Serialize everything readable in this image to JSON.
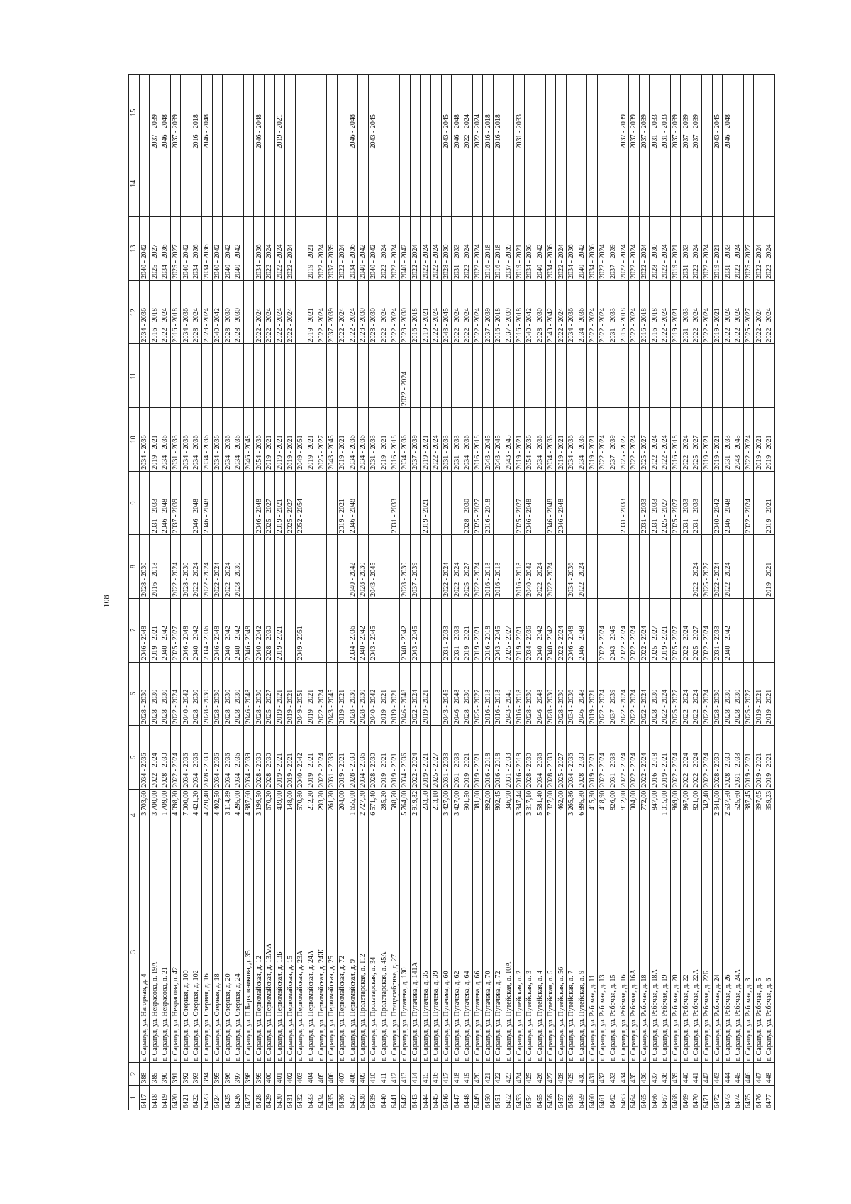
{
  "page": {
    "number": "108"
  },
  "table": {
    "headers": [
      "1",
      "2",
      "3",
      "4",
      "5",
      "6",
      "7",
      "8",
      "9",
      "10",
      "11",
      "12",
      "13",
      "14",
      "15"
    ],
    "rows": [
      [
        "6417",
        "388",
        "г. Сарапул, ул. Нагорная, д. 4",
        "3 703,60",
        "2034 - 2036",
        "2028 - 2030",
        "2046 - 2048",
        "2028 - 2030",
        "",
        "2034 - 2036",
        "",
        "2034 - 2036",
        "2040 - 2042",
        "",
        ""
      ],
      [
        "6418",
        "389",
        "г. Сарапул, ул. Некрасова, д. 19А",
        "3 700,00",
        "2022 - 2024",
        "2028 - 2030",
        "2019 - 2021",
        "2016 - 2018",
        "2031 - 2033",
        "2019 - 2021",
        "",
        "2016 - 2018",
        "2025 - 2027",
        "",
        "2037 - 2039"
      ],
      [
        "6419",
        "390",
        "г. Сарапул, ул. Некрасова, д. 21",
        "1 709,00",
        "2028 - 2030",
        "2028 - 2030",
        "2040 - 2042",
        "",
        "2046 - 2048",
        "2034 - 2036",
        "",
        "2022 - 2024",
        "2034 - 2036",
        "",
        "2046 - 2048"
      ],
      [
        "6420",
        "391",
        "г. Сарапул, ул. Некрасова, д. 42",
        "4 098,20",
        "2022 - 2024",
        "2022 - 2024",
        "2025 - 2027",
        "2022 - 2024",
        "2037 - 2039",
        "2031 - 2033",
        "",
        "2016 - 2018",
        "2025 - 2027",
        "",
        "2037 - 2039"
      ],
      [
        "6421",
        "392",
        "г. Сарапул, ул. Озерная, д. 100",
        "7 000,00",
        "2034 - 2036",
        "2040 - 2042",
        "2046 - 2048",
        "2028 - 2030",
        "",
        "2034 - 2036",
        "",
        "2034 - 2036",
        "2040 - 2042",
        "",
        ""
      ],
      [
        "6422",
        "393",
        "г. Сарапул, ул. Озерная, д. 102",
        "4 421,20",
        "2034 - 2036",
        "2028 - 2030",
        "2040 - 2042",
        "2022 - 2024",
        "2046 - 2048",
        "2034 - 2036",
        "",
        "2028 - 2024",
        "2034 - 2036",
        "",
        "2016 - 2018"
      ],
      [
        "6423",
        "394",
        "г. Сарапул, ул. Озерная, д. 16",
        "4 720,40",
        "2028 - 2030",
        "2028 - 2030",
        "2034 - 2036",
        "2022 - 2024",
        "2046 - 2048",
        "2034 - 2036",
        "",
        "2028 - 2024",
        "2034 - 2036",
        "",
        "2046 - 2048"
      ],
      [
        "6424",
        "395",
        "г. Сарапул, ул. Озерная, д. 18",
        "4 402,50",
        "2034 - 2036",
        "2028 - 2030",
        "2046 - 2048",
        "2022 - 2024",
        "",
        "2034 - 2036",
        "",
        "2040 - 2042",
        "2040 - 2042",
        "",
        ""
      ],
      [
        "6425",
        "396",
        "г. Сарапул, ул. Озерная, д. 20",
        "3 114,89",
        "2034 - 2036",
        "2028 - 2030",
        "2040 - 2042",
        "2022 - 2024",
        "",
        "2034 - 2036",
        "",
        "2028 - 2030",
        "2040 - 2042",
        "",
        ""
      ],
      [
        "6426",
        "397",
        "г. Сарапул, ул. Озерная, д. 24",
        "4 295,00",
        "2034 - 2036",
        "2028 - 2030",
        "2040 - 2042",
        "2028 - 2030",
        "",
        "2034 - 2036",
        "",
        "2028 - 2030",
        "2040 - 2042",
        "",
        ""
      ],
      [
        "6427",
        "398",
        "г. Сарапул, ул. П.Барковникова, д. 35",
        "4 987,60",
        "2034 - 2039",
        "2046 - 2048",
        "2046 - 2048",
        "",
        "",
        "2046 - 2048",
        "",
        "",
        "",
        "",
        ""
      ],
      [
        "6428",
        "399",
        "г. Сарапул, ул. Первомайская, д. 12",
        "3 199,50",
        "2028 - 2030",
        "2028 - 2030",
        "2040 - 2042",
        "",
        "2046 - 2048",
        "2054 - 2036",
        "",
        "2022 - 2024",
        "2034 - 2036",
        "",
        "2046 - 2048"
      ],
      [
        "6429",
        "400",
        "г. Сарапул, ул. Первомайская, д. 13А/А",
        "670,20",
        "2028 - 2030",
        "2025 - 2027",
        "2028 - 2030",
        "",
        "2025 - 2027",
        "2019 - 2021",
        "",
        "2022 - 2024",
        "2022 - 2024",
        "",
        ""
      ],
      [
        "6430",
        "401",
        "г. Сарапул, ул. Первомайская, д. 13Б",
        "439,00",
        "2019 - 2021",
        "2019 - 2021",
        "2019 - 2021",
        "",
        "2019 - 2021",
        "2019 - 2021",
        "",
        "2022 - 2024",
        "2022 - 2024",
        "",
        "2019 - 2021"
      ],
      [
        "6431",
        "402",
        "г. Сарапул, ул. Первомайская, д. 15",
        "148,00",
        "2019 - 2021",
        "2019 - 2021",
        "",
        "",
        "2025 - 2027",
        "2019 - 2021",
        "",
        "2022 - 2024",
        "2022 - 2024",
        "",
        ""
      ],
      [
        "6432",
        "403",
        "г. Сарапул, ул. Первомайская, д. 23А",
        "570,80",
        "2040 - 2042",
        "2049 - 2051",
        "2049 - 2051",
        "",
        "2052 - 2054",
        "2049 - 2051",
        "",
        "",
        "",
        "",
        ""
      ],
      [
        "6433",
        "404",
        "г. Сарапул, ул. Первомайская, д. 24А",
        "212,20",
        "2019 - 2021",
        "2019 - 2021",
        "",
        "",
        "",
        "2019 - 2021",
        "",
        "2019 - 2021",
        "2019 - 2021",
        "",
        ""
      ],
      [
        "6434",
        "405",
        "г. Сарапул, ул. Первомайская, д. 24Ж",
        "293,20",
        "2022 - 2024",
        "2022 - 2024",
        "",
        "",
        "",
        "2025 - 2027",
        "",
        "2022 - 2024",
        "2022 - 2024",
        "",
        ""
      ],
      [
        "6435",
        "406",
        "г. Сарапул, ул. Первомайская, д. 25",
        "261,20",
        "2031 - 2033",
        "2043 - 2045",
        "",
        "",
        "",
        "2043 - 2045",
        "",
        "2037 - 2039",
        "2037 - 2039",
        "",
        ""
      ],
      [
        "6436",
        "407",
        "г. Сарапул, ул. Первомайская, д. 72",
        "204,00",
        "2019 - 2021",
        "2019 - 2021",
        "",
        "",
        "2019 - 2021",
        "2019 - 2021",
        "",
        "2022 - 2024",
        "2022 - 2024",
        "",
        ""
      ],
      [
        "6437",
        "408",
        "г. Сарапул, ул. Первомайская, д. 9",
        "1 655,00",
        "2028 - 2030",
        "2028 - 2030",
        "2034 - 2036",
        "2040 - 2042",
        "2046 - 2048",
        "2034 - 2036",
        "",
        "2022 - 2024",
        "2034 - 2036",
        "",
        "2046 - 2048"
      ],
      [
        "6438",
        "409",
        "г. Сарапул, ул. Пролетарская, д. 112",
        "2 727,30",
        "2034 - 2036",
        "2028 - 2030",
        "2040 - 2042",
        "2028 - 2030",
        "",
        "2034 - 2036",
        "",
        "2028 - 2030",
        "2040 - 2042",
        "",
        ""
      ],
      [
        "6439",
        "410",
        "г. Сарапул, ул. Пролетарская, д. 34",
        "6 571,40",
        "2028 - 2030",
        "2040 - 2042",
        "2043 - 2045",
        "2043 - 2045",
        "",
        "2031 - 2033",
        "",
        "2028 - 2030",
        "2040 - 2042",
        "",
        "2043 - 2045"
      ],
      [
        "6440",
        "411",
        "г. Сарапул, ул. Пролетарская, д. 45А",
        "285,20",
        "2019 - 2021",
        "2019 - 2021",
        "",
        "",
        "",
        "2019 - 2021",
        "",
        "2022 - 2024",
        "2022 - 2024",
        "",
        ""
      ],
      [
        "6441",
        "412",
        "г. Сарапул, ул. Птицефабрика, д. 27",
        "588,70",
        "2019 - 2021",
        "2019 - 2021",
        "",
        "",
        "2031 - 2033",
        "2016 - 2018",
        "",
        "2022 - 2024",
        "2022 - 2024",
        "",
        ""
      ],
      [
        "6442",
        "413",
        "г. Сарапул, ул. Пугачева, д. 130",
        "5 764,00",
        "2034 - 2036",
        "2046 - 2048",
        "2040 - 2042",
        "2028 - 2030",
        "",
        "2034 - 2036",
        "2022 - 2024",
        "2028 - 2030",
        "2040 - 2042",
        "",
        ""
      ],
      [
        "6443",
        "414",
        "г. Сарапул, ул. Пугачева, д. 141А",
        "2 919,82",
        "2022 - 2024",
        "2022 - 2024",
        "2043 - 2045",
        "2037 - 2039",
        "",
        "2037 - 2039",
        "",
        "2016 - 2018",
        "2022 - 2024",
        "",
        ""
      ],
      [
        "6444",
        "415",
        "г. Сарапул, ул. Пугачева, д. 35",
        "233,50",
        "2019 - 2021",
        "2019 - 2021",
        "",
        "",
        "2019 - 2021",
        "2019 - 2021",
        "",
        "2019 - 2021",
        "2022 - 2024",
        "",
        ""
      ],
      [
        "6445",
        "416",
        "г. Сарапул, ул. Пугачева, д. 39",
        "213,10",
        "2025 - 2027",
        "",
        "",
        "",
        "",
        "2022 - 2024",
        "",
        "2022 - 2024",
        "2022 - 2024",
        "",
        ""
      ],
      [
        "6446",
        "417",
        "г. Сарапул, ул. Пугачева, д. 60",
        "3 427,00",
        "2031 - 2033",
        "2043 - 2045",
        "2031 - 2033",
        "2022 - 2024",
        "",
        "2031 - 2033",
        "",
        "2043 - 2045",
        "2028 - 2030",
        "",
        "2043 - 2045"
      ],
      [
        "6447",
        "418",
        "г. Сарапул, ул. Пугачева, д. 62",
        "3 427,00",
        "2031 - 2033",
        "2046 - 2048",
        "2031 - 2033",
        "2022 - 2024",
        "",
        "2031 - 2033",
        "",
        "2022 - 2024",
        "2031 - 2033",
        "",
        "2046 - 2048"
      ],
      [
        "6448",
        "419",
        "г. Сарапул, ул. Пугачева, д. 64",
        "901,50",
        "2019 - 2021",
        "2028 - 2030",
        "2019 - 2021",
        "2025 - 2027",
        "2028 - 2030",
        "2034 - 2036",
        "",
        "2022 - 2024",
        "2022 - 2024",
        "",
        "2022 - 2024"
      ],
      [
        "6449",
        "420",
        "г. Сарапул, ул. Пугачева, д. 66",
        "981,00",
        "2019 - 2021",
        "2025 - 2027",
        "2019 - 2021",
        "2022 - 2024",
        "2025 - 2027",
        "2016 - 2018",
        "",
        "2022 - 2024",
        "2022 - 2024",
        "",
        "2022 - 2024"
      ],
      [
        "6450",
        "421",
        "г. Сарапул, ул. Пугачева, д. 70",
        "892,00",
        "2016 - 2018",
        "2016 - 2018",
        "2016 - 2018",
        "2016 - 2018",
        "2016 - 2018",
        "2043 - 2045",
        "",
        "2037 - 2039",
        "2016 - 2018",
        "",
        "2016 - 2018"
      ],
      [
        "6451",
        "422",
        "г. Сарапул, ул. Пугачева, д. 72",
        "802,45",
        "2016 - 2018",
        "2016 - 2018",
        "2043 - 2045",
        "2016 - 2018",
        "",
        "2043 - 2045",
        "",
        "2016 - 2018",
        "2016 - 2018",
        "",
        "2016 - 2018"
      ],
      [
        "6452",
        "423",
        "г. Сарапул, ул. Путейская, д. 10А",
        "346,90",
        "2031 - 2033",
        "2043 - 2045",
        "2025 - 2027",
        "",
        "",
        "2043 - 2045",
        "",
        "2037 - 2039",
        "2037 - 2039",
        "",
        ""
      ],
      [
        "6453",
        "424",
        "г. Сарапул, ул. Путейская, д. 2",
        "3 347,44",
        "2016 - 2018",
        "2016 - 2018",
        "2019 - 2021",
        "2016 - 2018",
        "2025 - 2027",
        "2019 - 2021",
        "",
        "2016 - 2018",
        "2019 - 2021",
        "",
        "2031 - 2033"
      ],
      [
        "6454",
        "425",
        "г. Сарапул, ул. Путейская, д. 3",
        "3 317,10",
        "2028 - 2030",
        "2028 - 2030",
        "2034 - 2036",
        "2040 - 2042",
        "2046 - 2048",
        "2054 - 2036",
        "",
        "2040 - 2042",
        "2034 - 2036",
        "",
        ""
      ],
      [
        "6455",
        "426",
        "г. Сарапул, ул. Путейская, д. 4",
        "5 581,40",
        "2034 - 2036",
        "2046 - 2048",
        "2040 - 2042",
        "2022 - 2024",
        "",
        "2034 - 2036",
        "",
        "2028 - 2030",
        "2040 - 2042",
        "",
        ""
      ],
      [
        "6456",
        "427",
        "г. Сарапул, ул. Путейская, д. 5",
        "7 327,00",
        "2028 - 2030",
        "2028 - 2030",
        "2040 - 2042",
        "2022 - 2024",
        "2046 - 2048",
        "2034 - 2036",
        "",
        "2040 - 2042",
        "2034 - 2036",
        "",
        ""
      ],
      [
        "6457",
        "428",
        "г. Сарапул, ул. Путейская, д. 56",
        "462,00",
        "2025 - 2027",
        "2028 - 2030",
        "2022 - 2024",
        "",
        "2046 - 2048",
        "2019 - 2021",
        "",
        "2022 - 2024",
        "2022 - 2024",
        "",
        ""
      ],
      [
        "6458",
        "429",
        "г. Сарапул, ул. Путейская, д. 7",
        "3 265,86",
        "2034 - 2036",
        "2034 - 2036",
        "2046 - 2048",
        "2034 - 2036",
        "",
        "2034 - 2036",
        "",
        "2034 - 2036",
        "2034 - 2036",
        "",
        ""
      ],
      [
        "6459",
        "430",
        "г. Сарапул, ул. Путейская, д. 9",
        "6 895,30",
        "2028 - 2030",
        "2046 - 2048",
        "2046 - 2048",
        "2022 - 2024",
        "",
        "2034 - 2036",
        "",
        "2034 - 2036",
        "2040 - 2042",
        "",
        ""
      ],
      [
        "6460",
        "431",
        "г. Сарапул, ул. Рабочая, д. 11",
        "415,30",
        "2019 - 2021",
        "2019 - 2021",
        "",
        "",
        "",
        "2019 - 2021",
        "",
        "2022 - 2024",
        "2034 - 2036",
        "",
        ""
      ],
      [
        "6461",
        "432",
        "г. Сарапул, ул. Рабочая, д. 13",
        "418,90",
        "2022 - 2024",
        "2022 - 2024",
        "2022 - 2024",
        "",
        "",
        "2022 - 2024",
        "",
        "2022 - 2024",
        "2022 - 2024",
        "",
        ""
      ],
      [
        "6462",
        "433",
        "г. Сарапул, ул. Рабочая, д. 15",
        "826,00",
        "2031 - 2033",
        "2037 - 2039",
        "2043 - 2045",
        "",
        "",
        "2037 - 2039",
        "",
        "2031 - 2033",
        "2037 - 2039",
        "",
        ""
      ],
      [
        "6463",
        "434",
        "г. Сарапул, ул. Рабочая, д. 16",
        "812,00",
        "2022 - 2024",
        "2022 - 2024",
        "2022 - 2024",
        "",
        "2031 - 2033",
        "2025 - 2027",
        "",
        "2016 - 2018",
        "2022 - 2024",
        "",
        "2037 - 2039"
      ],
      [
        "6464",
        "435",
        "г. Сарапул, ул. Рабочая, д. 16А",
        "904,00",
        "2022 - 2024",
        "2022 - 2024",
        "2022 - 2024",
        "",
        "",
        "2022 - 2024",
        "",
        "2022 - 2024",
        "2022 - 2024",
        "",
        "2037 - 2039"
      ],
      [
        "6465",
        "436",
        "г. Сарапул, ул. Рабочая, д. 18",
        "772,00",
        "2022 - 2024",
        "2022 - 2024",
        "2022 - 2024",
        "",
        "2031 - 2033",
        "2025 - 2027",
        "",
        "2016 - 2018",
        "2022 - 2024",
        "",
        "2037 - 2039"
      ],
      [
        "6466",
        "437",
        "г. Сарапул, ул. Рабочая, д. 18А",
        "847,00",
        "2016 - 2018",
        "2028 - 2030",
        "2025 - 2027",
        "",
        "2031 - 2033",
        "2022 - 2024",
        "",
        "2016 - 2018",
        "2028 - 2030",
        "",
        "2031 - 2033"
      ],
      [
        "6467",
        "438",
        "г. Сарапул, ул. Рабочая, д. 19",
        "1 015,00",
        "2019 - 2021",
        "2022 - 2024",
        "2019 - 2021",
        "",
        "2025 - 2027",
        "2022 - 2024",
        "",
        "2022 - 2024",
        "2022 - 2024",
        "",
        "2031 - 2033"
      ],
      [
        "6468",
        "439",
        "г. Сарапул, ул. Рабочая, д. 20",
        "869,00",
        "2022 - 2024",
        "2025 - 2027",
        "2025 - 2027",
        "",
        "2025 - 2027",
        "2016 - 2018",
        "",
        "2019 - 2021",
        "2019 - 2021",
        "",
        "2037 - 2039"
      ],
      [
        "6469",
        "440",
        "г. Сарапул, ул. Рабочая, д. 22",
        "867,00",
        "2022 - 2024",
        "2022 - 2024",
        "2022 - 2024",
        "",
        "2031 - 2033",
        "2022 - 2024",
        "",
        "2031 - 2033",
        "2031 - 2033",
        "",
        "2037 - 2039"
      ],
      [
        "6470",
        "441",
        "г. Сарапул, ул. Рабочая, д. 22А",
        "821,00",
        "2022 - 2024",
        "2022 - 2024",
        "2025 - 2027",
        "2022 - 2024",
        "2031 - 2033",
        "2025 - 2027",
        "",
        "2022 - 2024",
        "2022 - 2024",
        "",
        "2037 - 2039"
      ],
      [
        "6471",
        "442",
        "г. Сарапул, ул. Рабочая, д. 22Б",
        "942,40",
        "2022 - 2024",
        "2022 - 2024",
        "2022 - 2024",
        "2025 - 2027",
        "",
        "2019 - 2021",
        "",
        "2022 - 2024",
        "2022 - 2024",
        "",
        ""
      ],
      [
        "6472",
        "443",
        "г. Сарапул, ул. Рабочая, д. 24",
        "2 341,00",
        "2028 - 2030",
        "2028 - 2030",
        "2031 - 2033",
        "2022 - 2024",
        "2040 - 2042",
        "2019 - 2021",
        "",
        "2019 - 2021",
        "2019 - 2021",
        "",
        "2043 - 2045"
      ],
      [
        "6473",
        "444",
        "г. Сарапул, ул. Рабочая, д. 26",
        "2 537,50",
        "2028 - 2030",
        "2028 - 2030",
        "2040 - 2042",
        "2022 - 2024",
        "2046 - 2048",
        "2031 - 2033",
        "",
        "2022 - 2024",
        "2031 - 2033",
        "",
        "2046 - 2048"
      ],
      [
        "6474",
        "445",
        "г. Сарапул, ул. Рабочая, д. 24А",
        "525,60",
        "2031 - 2033",
        "2028 - 2030",
        "",
        "",
        "",
        "2043 - 2045",
        "",
        "2022 - 2024",
        "2022 - 2024",
        "",
        ""
      ],
      [
        "6475",
        "446",
        "г. Сарапул, ул. Рабочая, д. 3",
        "387,45",
        "2019 - 2021",
        "2025 - 2027",
        "",
        "",
        "2022 - 2024",
        "2022 - 2024",
        "",
        "2025 - 2027",
        "2025 - 2027",
        "",
        ""
      ],
      [
        "6476",
        "447",
        "г. Сарапул, ул. Рабочая, д. 5",
        "397,65",
        "2019 - 2021",
        "2019 - 2021",
        "",
        "",
        "",
        "2019 - 2021",
        "",
        "2022 - 2024",
        "2022 - 2024",
        "",
        ""
      ],
      [
        "6477",
        "448",
        "г. Сарапул, ул. Рабочая, д. 6",
        "359,23",
        "2019 - 2021",
        "2019 - 2021",
        "",
        "2019 - 2021",
        "2019 - 2021",
        "2019 - 2021",
        "",
        "2022 - 2024",
        "2022 - 2024",
        "",
        ""
      ]
    ]
  }
}
